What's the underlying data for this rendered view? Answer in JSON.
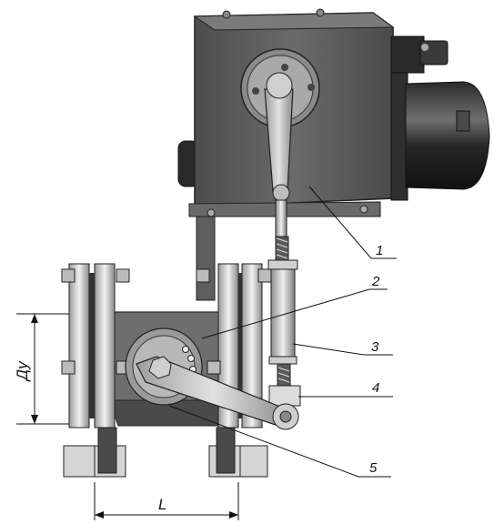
{
  "callouts": [
    {
      "id": "1",
      "label": "1"
    },
    {
      "id": "2",
      "label": "2"
    },
    {
      "id": "3",
      "label": "3"
    },
    {
      "id": "4",
      "label": "4"
    },
    {
      "id": "5",
      "label": "5"
    }
  ],
  "dimensions": {
    "diameter": "Ду",
    "length": "L"
  },
  "colors": {
    "body": "#5a5a5a",
    "body_dark": "#3a3a3a",
    "metal_light": "#d9d9d9",
    "motor": "#1e1e1e",
    "line": "#111111"
  }
}
